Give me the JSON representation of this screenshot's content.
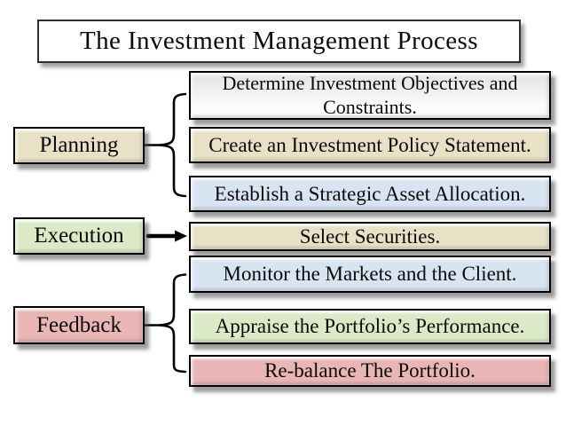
{
  "title": {
    "text": "The Investment Management Process"
  },
  "stages": [
    {
      "label": "Planning",
      "fill": "tan",
      "connector": "brace"
    },
    {
      "label": "Execution",
      "fill": "green",
      "connector": "arrow"
    },
    {
      "label": "Feedback",
      "fill": "pink",
      "connector": "brace"
    }
  ],
  "steps": [
    {
      "text": "Determine Investment Objectives and Constraints.",
      "fill": "grayWhite",
      "stage": "Planning"
    },
    {
      "text": "Create an Investment Policy Statement.",
      "fill": "tan",
      "stage": "Planning"
    },
    {
      "text": "Establish a Strategic Asset Allocation.",
      "fill": "blue",
      "stage": "Planning"
    },
    {
      "text": "Select Securities.",
      "fill": "tan",
      "stage": "Execution"
    },
    {
      "text": "Monitor the Markets and the Client.",
      "fill": "blue",
      "stage": "Feedback"
    },
    {
      "text": "Appraise the Portfolio’s Performance.",
      "fill": "green",
      "stage": "Feedback"
    },
    {
      "text": "Re-balance The Portfolio.",
      "fill": "pink",
      "stage": "Feedback"
    }
  ],
  "colors": {
    "tan": "#e8e1c6",
    "green": "#dce9c6",
    "blue": "#d8e4f2",
    "pink": "#e9b5b5",
    "grayWhiteTop": "#e2e2e2",
    "grayWhiteBottom": "#fbfbfb",
    "border": "#000000",
    "connector": "#000000",
    "titleBorder": "#2f2f2f",
    "background": "#ffffff"
  }
}
